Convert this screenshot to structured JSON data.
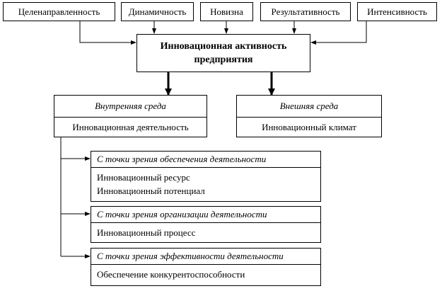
{
  "attributes": [
    {
      "label": "Целенаправленность"
    },
    {
      "label": "Динамичность"
    },
    {
      "label": "Новизна"
    },
    {
      "label": "Результативность"
    },
    {
      "label": "Интенсивность"
    }
  ],
  "center": {
    "line1": "Инновационная активность",
    "line2": "предприятия"
  },
  "environments": {
    "internal": {
      "title": "Внутренняя среда",
      "body": "Инновационная деятельность"
    },
    "external": {
      "title": "Внешняя среда",
      "body": "Инновационный климат"
    }
  },
  "viewpoints": [
    {
      "title": "С точки зрения обеспечения деятельности",
      "items": [
        "Инновационный ресурс",
        "Инновационный потенциал"
      ]
    },
    {
      "title": "С точки зрения организации деятельности",
      "items": [
        "Инновационный процесс"
      ]
    },
    {
      "title": "С точки зрения эффективности деятельности",
      "items": [
        "Обеспечение конкурентоспособности"
      ]
    }
  ]
}
